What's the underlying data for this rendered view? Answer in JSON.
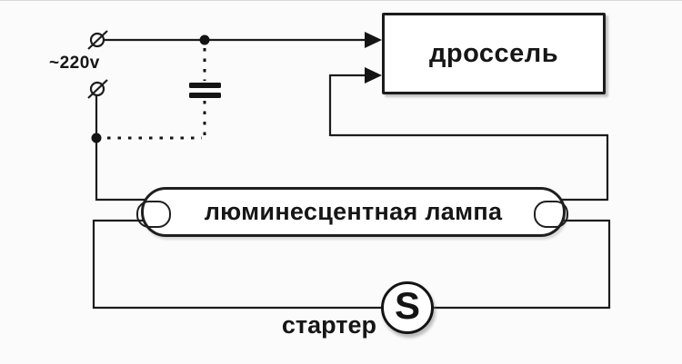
{
  "diagram": {
    "title_semantic": "fluorescent lamp wiring scheme",
    "power": {
      "label": "~220v"
    },
    "ballast": {
      "label": "дроссель"
    },
    "lamp": {
      "label": "люминесцентная лампа"
    },
    "starter": {
      "label": "стартер",
      "symbol": "S"
    },
    "colors": {
      "line": "#1c1c1c",
      "background": "#fbfbfb",
      "component_fill": "#ffffff"
    }
  }
}
